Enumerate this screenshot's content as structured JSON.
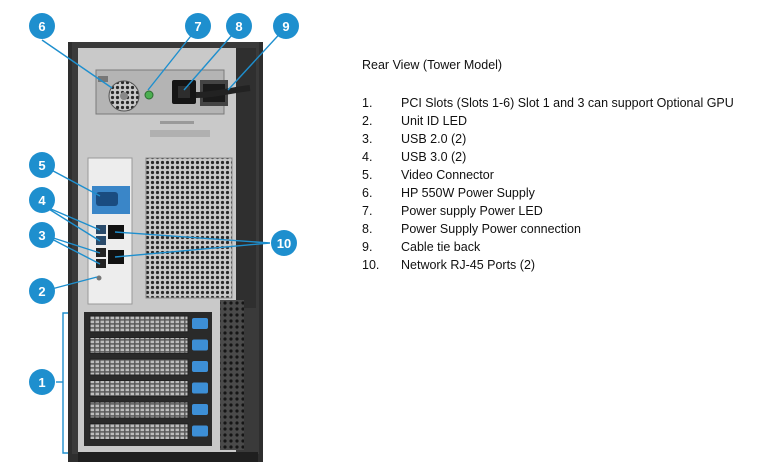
{
  "legend": {
    "title": "Rear View (Tower Model)",
    "items": [
      {
        "num": "1.",
        "label": "PCI Slots (Slots 1-6) Slot 1 and 3 can support Optional GPU"
      },
      {
        "num": "2.",
        "label": "Unit ID LED"
      },
      {
        "num": "3.",
        "label": "USB 2.0 (2)"
      },
      {
        "num": "4.",
        "label": "USB 3.0 (2)"
      },
      {
        "num": "5.",
        "label": "Video Connector"
      },
      {
        "num": "6.",
        "label": "HP 550W Power Supply"
      },
      {
        "num": "7.",
        "label": "Power supply Power LED"
      },
      {
        "num": "8.",
        "label": "Power Supply Power connection"
      },
      {
        "num": "9.",
        "label": "Cable tie back"
      },
      {
        "num": "10.",
        "label": "Network RJ-45 Ports (2)"
      }
    ]
  },
  "callouts": [
    "1",
    "2",
    "3",
    "4",
    "5",
    "6",
    "7",
    "8",
    "9",
    "10"
  ],
  "colors": {
    "badge": "#1e8fce",
    "leader": "#1e8fce",
    "chassis_frame": "#2e2e2e",
    "rear_panel": "#c9c9c9",
    "vga_highlight": "#3a86c8",
    "pci_latch": "#3d8fd6"
  }
}
